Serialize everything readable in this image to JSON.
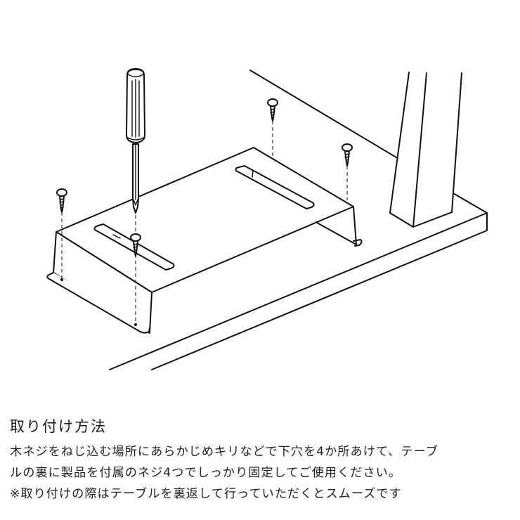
{
  "illustration": {
    "description": "Installation diagram: metal bracket screwed to the underside of a table with a screwdriver",
    "icons": [
      "screwdriver-icon",
      "wood-screw-icon",
      "bracket-shelf-icon",
      "table-leg-icon"
    ],
    "screw_count": 4,
    "line_color": "#111111"
  },
  "instructions": {
    "title": "取り付け方法",
    "lines": [
      "木ネジをねじ込む場所にあらかじめキリなどで下穴を4か所あけて、テーブ",
      "ルの裏に製品を付属のネジ4つでしっかり固定してご使用ください。",
      "※取り付けの際はテーブルを裏返して行っていただくとスムーズです"
    ]
  }
}
